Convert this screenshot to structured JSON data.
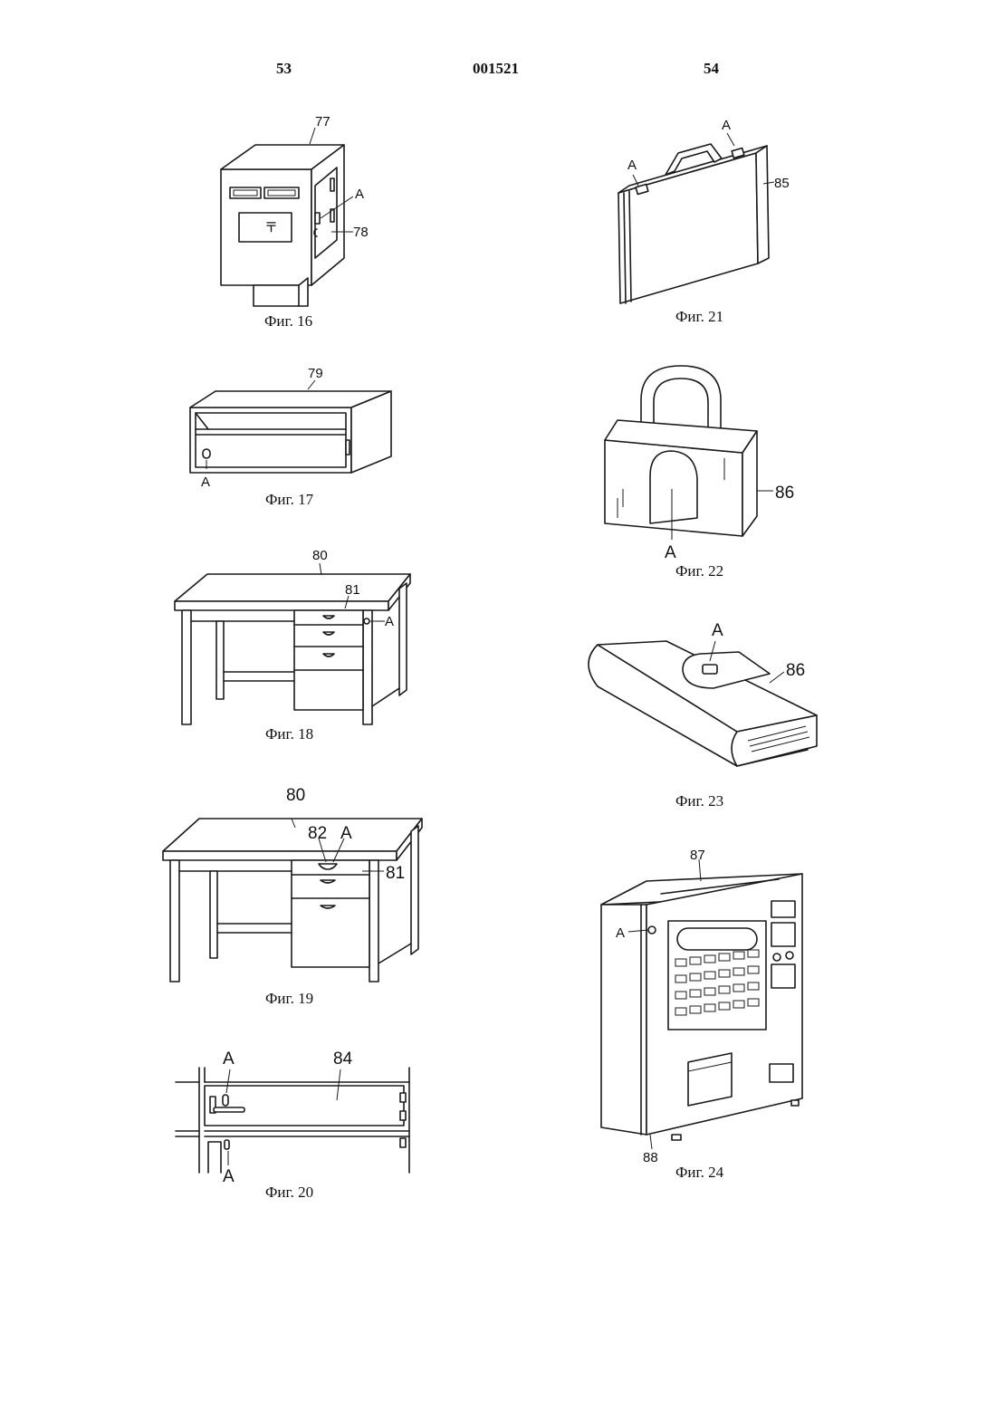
{
  "header": {
    "page_left": "53",
    "doc_number": "001521",
    "page_right": "54"
  },
  "figures": {
    "f16": {
      "caption": "Фиг. 16",
      "labels": {
        "main": "77",
        "lock": "A",
        "door": "78",
        "mark": "〒"
      }
    },
    "f17": {
      "caption": "Фиг. 17",
      "labels": {
        "main": "79",
        "lock": "A"
      }
    },
    "f18": {
      "caption": "Фиг. 18",
      "labels": {
        "main": "80",
        "drawer": "81",
        "lock": "A"
      }
    },
    "f19": {
      "caption": "Фиг. 19",
      "labels": {
        "main": "80",
        "handle": "82",
        "lock": "A",
        "drawer": "81"
      }
    },
    "f20": {
      "caption": "Фиг. 20",
      "labels": {
        "main": "84",
        "lock_top": "A",
        "lock_bottom": "A"
      }
    },
    "f21": {
      "caption": "Фиг. 21",
      "labels": {
        "main": "85",
        "lock_left": "A",
        "lock_right": "A"
      }
    },
    "f22": {
      "caption": "Фиг. 22",
      "labels": {
        "main": "86",
        "lock": "A"
      }
    },
    "f23": {
      "caption": "Фиг. 23",
      "labels": {
        "main": "86",
        "lock": "A"
      }
    },
    "f24": {
      "caption": "Фиг. 24",
      "labels": {
        "top": "87",
        "lock": "A",
        "bottom": "88"
      }
    }
  }
}
